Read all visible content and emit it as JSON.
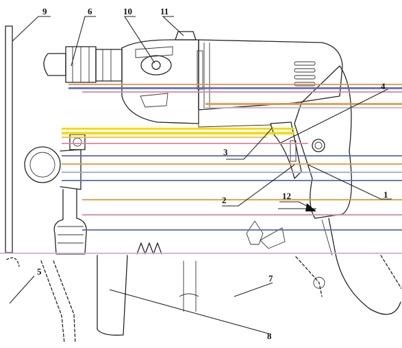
{
  "callouts": [
    {
      "id": "c9",
      "label": "9"
    },
    {
      "id": "c6",
      "label": "6"
    },
    {
      "id": "c10",
      "label": "10"
    },
    {
      "id": "c11",
      "label": "11"
    },
    {
      "id": "c4",
      "label": "4"
    },
    {
      "id": "c3",
      "label": "3"
    },
    {
      "id": "c2",
      "label": "2"
    },
    {
      "id": "c1",
      "label": "1"
    },
    {
      "id": "c12",
      "label": "12"
    },
    {
      "id": "c5",
      "label": "5"
    },
    {
      "id": "c7",
      "label": "7"
    },
    {
      "id": "c8",
      "label": "8"
    }
  ],
  "colors": {
    "line": "#222222",
    "background": "#ffffff",
    "artifact_yellow": "#f2d800",
    "artifact_orange": "#e8963a",
    "artifact_blue": "#5a6ab8",
    "artifact_pink": "#d98aa0"
  }
}
